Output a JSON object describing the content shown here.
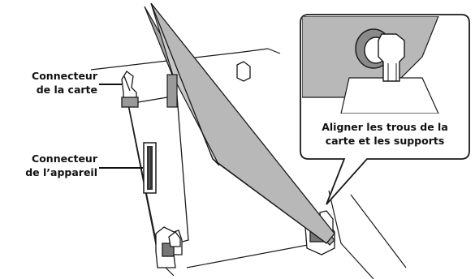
{
  "labels": {
    "card_connector": {
      "line1": "Connecteur",
      "line2": "de la carte"
    },
    "device_connector": {
      "line1": "Connecteur",
      "line2": "de l’appareil"
    },
    "callout": {
      "line1": "Aligner les trous de la",
      "line2": "carte et les supports"
    }
  },
  "colors": {
    "card_fill": "#b8b8b8",
    "card_edge": "#a5a5a5",
    "outline": "#1a1a1a",
    "background": "#ffffff"
  }
}
